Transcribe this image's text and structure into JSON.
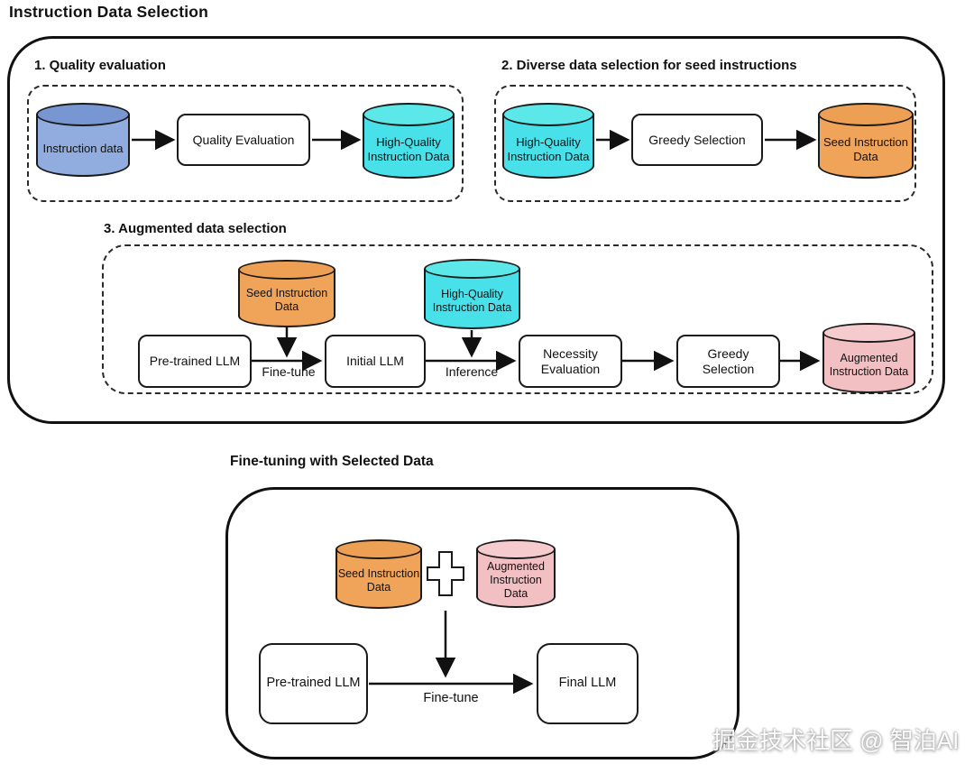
{
  "title": "Instruction Data Selection",
  "panel_selection": {
    "sections": {
      "quality": {
        "title": "1. Quality evaluation",
        "db_in": "Instruction data",
        "process": "Quality Evaluation",
        "db_out": "High-Quality Instruction Data"
      },
      "diverse": {
        "title": "2. Diverse data selection for seed instructions",
        "db_in": "High-Quality Instruction Data",
        "process": "Greedy Selection",
        "db_out": "Seed Instruction Data"
      },
      "augmented": {
        "title": "3. Augmented data selection",
        "db_seed": "Seed Instruction Data",
        "db_hq": "High-Quality Instruction Data",
        "node_pretrained": "Pre-trained LLM",
        "edge_finetune": "Fine-tune",
        "node_initial": "Initial LLM",
        "edge_inference": "Inference",
        "node_necessity": "Necessity Evaluation",
        "node_greedy": "Greedy Selection",
        "db_out": "Augmented Instruction Data"
      }
    }
  },
  "panel_finetune": {
    "title": "Fine-tuning with Selected Data",
    "db_seed": "Seed Instruction Data",
    "plus_icon": "+",
    "db_augmented": "Augmented Instruction Data",
    "node_pretrained": "Pre-trained LLM",
    "edge_finetune": "Fine-tune",
    "node_final": "Final LLM"
  },
  "watermark": "掘金技术社区 @ 智泊AI",
  "colors": {
    "db_instruction_blue": "#91ACDE",
    "db_high_quality_cyan": "#48E1EA",
    "db_seed_orange": "#F0A45A",
    "db_augmented_pink": "#F2BFC2",
    "outline": "#111111"
  }
}
